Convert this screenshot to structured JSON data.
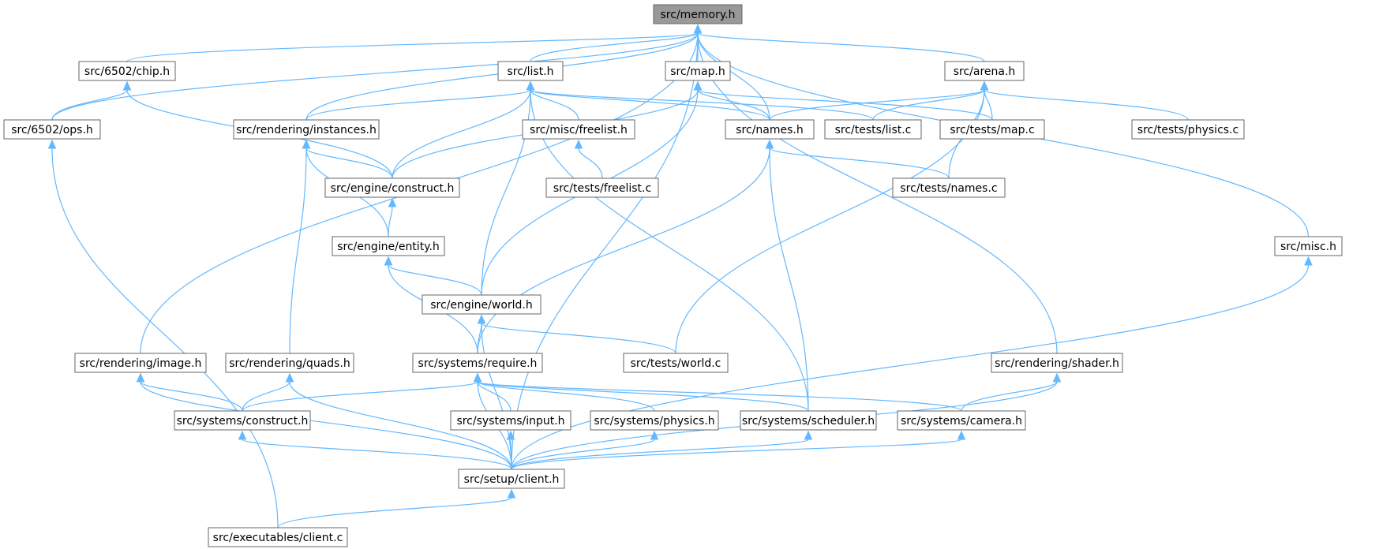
{
  "graph": {
    "colors": {
      "edge": "#63b8ff",
      "node_border": "#666666",
      "root_fill": "#999999",
      "node_fill": "#ffffff"
    },
    "nodes": [
      {
        "id": "memory",
        "label": "src/memory.h",
        "root": true
      },
      {
        "id": "chip",
        "label": "src/6502/chip.h"
      },
      {
        "id": "list",
        "label": "src/list.h"
      },
      {
        "id": "maph",
        "label": "src/map.h"
      },
      {
        "id": "arena",
        "label": "src/arena.h"
      },
      {
        "id": "ops",
        "label": "src/6502/ops.h"
      },
      {
        "id": "instances",
        "label": "src/rendering/instances.h"
      },
      {
        "id": "freelist",
        "label": "src/misc/freelist.h"
      },
      {
        "id": "names",
        "label": "src/names.h"
      },
      {
        "id": "tlist",
        "label": "src/tests/list.c"
      },
      {
        "id": "tmap",
        "label": "src/tests/map.c"
      },
      {
        "id": "tphys",
        "label": "src/tests/physics.c"
      },
      {
        "id": "econstruct",
        "label": "src/engine/construct.h"
      },
      {
        "id": "tfreelist",
        "label": "src/tests/freelist.c"
      },
      {
        "id": "tnames",
        "label": "src/tests/names.c"
      },
      {
        "id": "entity",
        "label": "src/engine/entity.h"
      },
      {
        "id": "misc",
        "label": "src/misc.h"
      },
      {
        "id": "world",
        "label": "src/engine/world.h"
      },
      {
        "id": "image",
        "label": "src/rendering/image.h"
      },
      {
        "id": "quads",
        "label": "src/rendering/quads.h"
      },
      {
        "id": "require",
        "label": "src/systems/require.h"
      },
      {
        "id": "tworld",
        "label": "src/tests/world.c"
      },
      {
        "id": "shader",
        "label": "src/rendering/shader.h"
      },
      {
        "id": "sconstruct",
        "label": "src/systems/construct.h"
      },
      {
        "id": "input",
        "label": "src/systems/input.h"
      },
      {
        "id": "sphysics",
        "label": "src/systems/physics.h"
      },
      {
        "id": "scheduler",
        "label": "src/systems/scheduler.h"
      },
      {
        "id": "camera",
        "label": "src/systems/camera.h"
      },
      {
        "id": "client",
        "label": "src/setup/client.h"
      },
      {
        "id": "exec",
        "label": "src/executables/client.c"
      }
    ],
    "edges": [
      [
        "chip",
        "memory"
      ],
      [
        "list",
        "memory"
      ],
      [
        "maph",
        "memory"
      ],
      [
        "arena",
        "memory"
      ],
      [
        "ops",
        "memory"
      ],
      [
        "instances",
        "memory"
      ],
      [
        "names",
        "memory"
      ],
      [
        "image",
        "memory"
      ],
      [
        "shader",
        "memory"
      ],
      [
        "misc",
        "memory"
      ],
      [
        "client",
        "memory"
      ],
      [
        "ops",
        "chip"
      ],
      [
        "econstruct",
        "chip"
      ],
      [
        "instances",
        "list"
      ],
      [
        "econstruct",
        "list"
      ],
      [
        "world",
        "list"
      ],
      [
        "freelist",
        "list"
      ],
      [
        "names",
        "list"
      ],
      [
        "tlist",
        "list"
      ],
      [
        "scheduler",
        "list"
      ],
      [
        "econstruct",
        "maph"
      ],
      [
        "world",
        "maph"
      ],
      [
        "names",
        "maph"
      ],
      [
        "tmap",
        "maph"
      ],
      [
        "names",
        "arena"
      ],
      [
        "tlist",
        "arena"
      ],
      [
        "tmap",
        "arena"
      ],
      [
        "tphys",
        "arena"
      ],
      [
        "tnames",
        "arena"
      ],
      [
        "tworld",
        "arena"
      ],
      [
        "exec",
        "ops"
      ],
      [
        "econstruct",
        "instances"
      ],
      [
        "entity",
        "instances"
      ],
      [
        "quads",
        "instances"
      ],
      [
        "tfreelist",
        "freelist"
      ],
      [
        "tnames",
        "names"
      ],
      [
        "require",
        "names"
      ],
      [
        "scheduler",
        "names"
      ],
      [
        "entity",
        "econstruct"
      ],
      [
        "world",
        "entity"
      ],
      [
        "require",
        "entity"
      ],
      [
        "require",
        "world"
      ],
      [
        "tworld",
        "world"
      ],
      [
        "client",
        "world"
      ],
      [
        "client",
        "misc"
      ],
      [
        "sconstruct",
        "image"
      ],
      [
        "client",
        "image"
      ],
      [
        "sconstruct",
        "quads"
      ],
      [
        "client",
        "quads"
      ],
      [
        "sconstruct",
        "require"
      ],
      [
        "input",
        "require"
      ],
      [
        "sphysics",
        "require"
      ],
      [
        "scheduler",
        "require"
      ],
      [
        "camera",
        "require"
      ],
      [
        "client",
        "require"
      ],
      [
        "camera",
        "shader"
      ],
      [
        "client",
        "shader"
      ],
      [
        "client",
        "sconstruct"
      ],
      [
        "client",
        "input"
      ],
      [
        "client",
        "sphysics"
      ],
      [
        "client",
        "scheduler"
      ],
      [
        "client",
        "camera"
      ],
      [
        "exec",
        "client"
      ]
    ]
  }
}
